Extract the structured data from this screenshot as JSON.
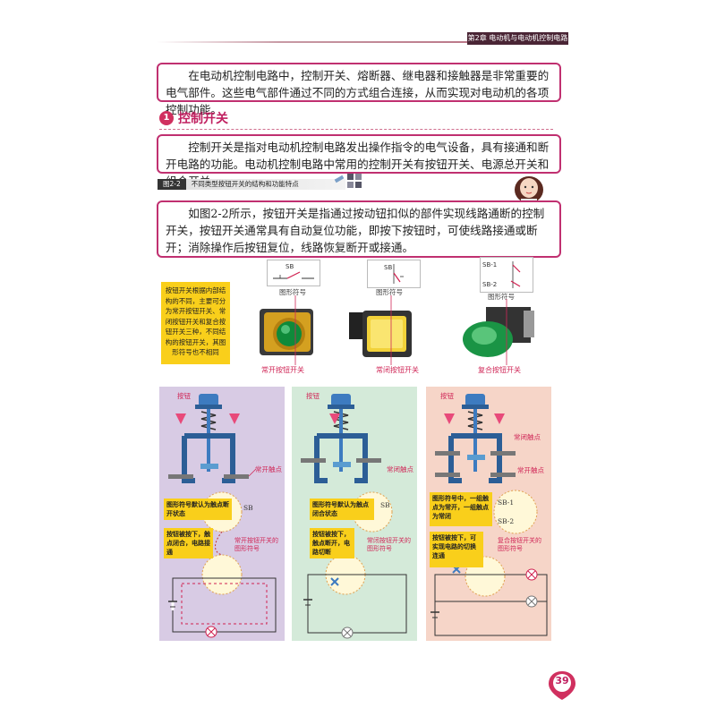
{
  "header": {
    "chapter": "第2章  电动机与电动机控制电路"
  },
  "intro": "在电动机控制电路中，控制开关、熔断器、继电器和接触器是非常重要的电气部件。这些电气部件通过不同的方式组合连接，从而实现对电动机的各项控制功能。",
  "section": {
    "number": "1",
    "title": "控制开关"
  },
  "para2": "控制开关是指对电动机控制电路发出操作指令的电气设备，具有接通和断开电路的功能。电动机控制电路中常用的控制开关有按钮开关、电源总开关和组合开关。",
  "figure": {
    "number": "图2-2",
    "caption": "不同类型按钮开关的结构和功能特点"
  },
  "para3": "如图2-2所示，按钮开关是指通过按动钮扣似的部件实现线路通断的控制开关，按钮开关通常具有自动复位功能，即按下按钮时，可使线路接通或断开；消除操作后按钮复位，线路恢复断开或接通。",
  "yellow_note": "按钮开关根据内部结构的不同，主要可分为常开按钮开关、常闭按钮开关和复合按钮开关三种，不同结构的按钮开关，其图形符号也不相同",
  "symbols": {
    "sb": "SB",
    "sb1": "SB-1",
    "sb2": "SB-2",
    "symbol_label": "图形符号"
  },
  "products": [
    "常开按钮开关",
    "常闭按钮开关",
    "复合按钮开关"
  ],
  "panels": [
    {
      "button_label": "按钮",
      "contact_label": "常开触点",
      "callout_top": "图形符号默认为触点断开状态",
      "callout_bottom": "按钮被按下，触点闭合，电路接通",
      "symbol_caption": "常开按钮开关的图形符号",
      "bg": "#d8cbe4"
    },
    {
      "button_label": "按钮",
      "contact_label": "常闭触点",
      "callout_top": "图形符号默认为触点闭合状态",
      "callout_bottom": "按钮被按下，触点断开，电路切断",
      "symbol_caption": "常闭按钮开关的图形符号",
      "bg": "#d4ead9"
    },
    {
      "button_label": "按钮",
      "contact_label_top": "常闭触点",
      "contact_label_bottom": "常开触点",
      "callout_top": "图形符号中，一组触点为常开，一组触点为常闭",
      "callout_bottom": "按钮被按下，可实现电路的切换连通",
      "symbol_caption": "复合按钮开关的图形符号",
      "bg": "#f6d5c8"
    }
  ],
  "page_number": "39",
  "colors": {
    "accent": "#c03070",
    "yellow": "#f9cf1b",
    "blue": "#5a9cd0"
  }
}
